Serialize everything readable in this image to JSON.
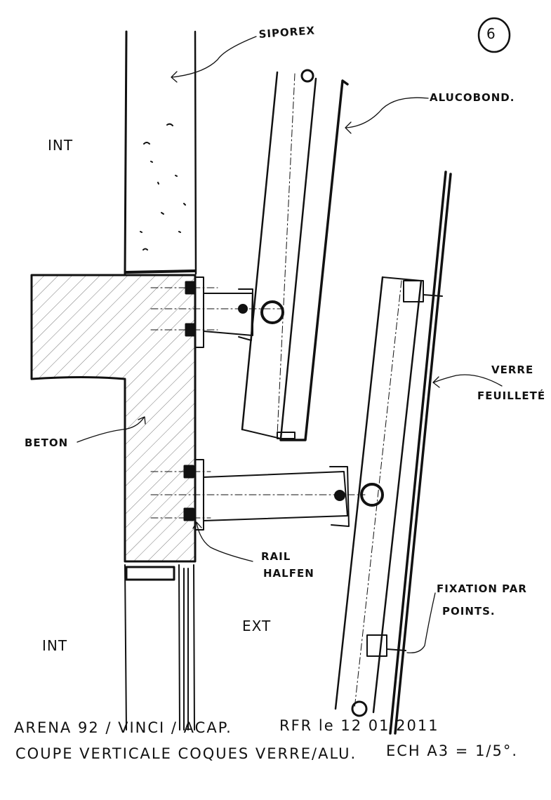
{
  "sheet_number": "6",
  "labels": {
    "siporex": "SIPOREX",
    "alucobond": "ALUCOBOND.",
    "int_top": "INT",
    "int_bottom": "INT",
    "ext": "EXT",
    "beton": "BETON",
    "rail_halfen_1": "RAIL",
    "rail_halfen_2": "HALFEN",
    "verre_1": "VERRE",
    "verre_2": "FEUILLETÉ",
    "fixation_1": "FIXATION PAR",
    "fixation_2": "POINTS."
  },
  "title_block": {
    "line1_project": "ARENA 92 / VINCI / ACAP.",
    "line1_author_date": "RFR le 12 01 2011",
    "line2_title": "COUPE VERTICALE COQUES VERRE/ALU.",
    "line2_scale": "ECH A3 = 1/5°."
  },
  "colors": {
    "ink": "#111111",
    "paper": "#ffffff"
  }
}
